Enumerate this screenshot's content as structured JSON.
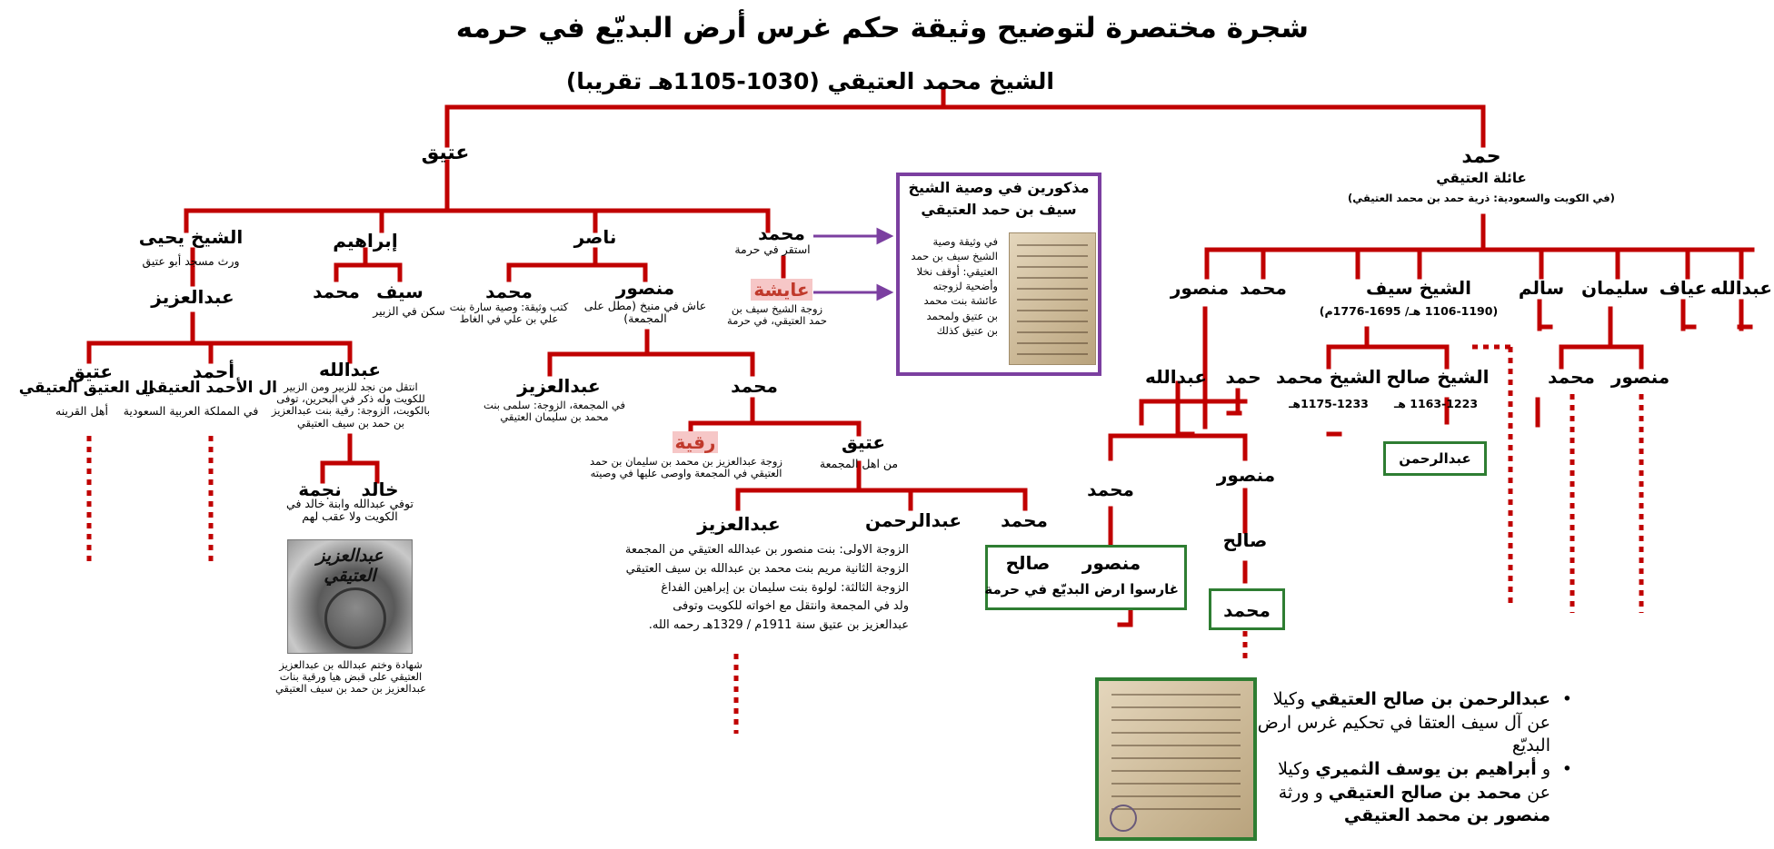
{
  "title": "شجرة  مختصرة لتوضيح وثيقة حكم غرس أرض البديّع في حرمه",
  "root": "الشيخ محمد العتيقي (1030-1105هـ تقريبا)",
  "left_branch": {
    "name": "عتيق",
    "yahya": {
      "name": "الشيخ يحيى",
      "note": "ورث مسجد أبو عتيق",
      "son": "عبدالعزيز"
    },
    "ibrahim": {
      "name": "إبراهيم",
      "son_mohammed": "محمد",
      "son_saif": "سيف",
      "saif_note": "سكن في الزبير"
    },
    "nasser": {
      "name": "ناصر",
      "son_mohammed": "محمد",
      "mohammed_note": "كتب وثيقة: وصية سارة بنت علي بن علي في الغاط",
      "son_mansour": "منصور",
      "mansour_note": "عاش في منيخ (مطل على المجمعة)"
    },
    "mohammed": {
      "name": "محمد",
      "note": "استقر في حرمة"
    },
    "aisha": {
      "name": "عايشة",
      "note": "زوجة الشيخ سيف بن حمد العتيقي، في حرمة"
    },
    "atiq2": {
      "name": "عتيق",
      "title": "ال العتيق العتيقي",
      "note": "أهل القرينه"
    },
    "ahmed": {
      "name": "أحمد",
      "title": "ال الأحمد العتيقي",
      "note": "في المملكة العربية السعودية"
    },
    "abdullah": {
      "name": "عبدالله",
      "note": "انتقل من نجد للزبير ومن الزبير للكويت وله ذكر في البحرين، توفى بالكويت، الزوجة: رقية بنت عبدالعزيز بن حمد بن سيف العتيقي"
    },
    "najma": "نجمة",
    "khalid": "خالد",
    "najma_khalid_note": "توفي عبدالله وابنة خالد في الكويت ولا عقب لهم",
    "seal_text": "عبدالعزيز العتيقي",
    "seal_caption": "شهادة وختم عبدالله بن عبدالعزيز العتيقي على قبض هيا ورقية بنات عبدالعزيز بن حمد بن سيف العتيقي",
    "abdulaziz_m": {
      "name": "عبدالعزيز",
      "note": "في المجمعة، الزوجة: سلمى بنت محمد بن سليمان العتيقي"
    },
    "mohammed_m": "محمد",
    "ruqayya": {
      "name": "رقية",
      "note": "زوجة عبدالعزيز بن محمد بن سليمان بن حمد العتيقي في المجمعة واوصى عليها في وصيته"
    },
    "atiq3": {
      "name": "عتيق",
      "note": "من اهل المجمعة"
    },
    "g_mohammed": "محمد",
    "g_abdulrahman": "عبدالرحمن",
    "g_abdulaziz": "عبدالعزيز",
    "wives": [
      "الزوجة الاولى: بنت منصور بن عبدالله العتيقي من المجمعة",
      "الزوجة الثانية مريم بنت محمد بن عبدالله بن سيف العتيقي",
      "الزوجة الثالثة: لولوة بنت سليمان بن إبراهين الفداغ",
      "ولد في المجمعة وانتقل مع اخواته للكويت وتوفى",
      "عبدالعزيز بن عتيق سنة 1911م / 1329هـ رحمه الله."
    ]
  },
  "purple_box": {
    "title1": "مذكورين في وصية الشيخ",
    "title2": "سيف بن حمد العتيقي",
    "text": [
      "في وثيقة وصية",
      "الشيخ سيف بن حمد",
      "العتيقي: أوقف نخلا",
      "وأضحية لزوجته",
      "عائشة بنت محمد",
      "بن عتيق ولمحمد",
      "بن عتيق كذلك"
    ]
  },
  "right_branch": {
    "name": "حمد",
    "family": "عائلة العتيقي",
    "note": "(في الكويت والسعودية: ذرية حمد بن محمد العتيقي)",
    "children": [
      "عبدالله",
      "عياف",
      "سليمان",
      "سالم",
      "الشيخ سيف",
      "محمد",
      "منصور"
    ],
    "saif_dates": "(1106-1190 هـ/ 1695-1776م)",
    "sheikh_saleh": {
      "name": "الشيخ صالح",
      "dates": "1163-1223 هـ"
    },
    "sheikh_mohammed": {
      "name": "الشيخ محمد",
      "dates": "1175-1233هـ"
    },
    "abdulrahman": "عبدالرحمن",
    "sulaiman_sons": {
      "mohammed": "محمد",
      "mansour": "منصور"
    },
    "mansour_sons": {
      "abdullah": "عبدالله",
      "hamad": "حمد"
    },
    "abdullah_sons": {
      "mohammed": "محمد",
      "mansour": "منصور"
    },
    "planters_box": {
      "saleh": "صالح",
      "mansour": "منصور",
      "note": "غارسوا ارض البديّع في حرمة"
    },
    "mansour_son": "صالح",
    "saleh_son": "محمد"
  },
  "bullets": [
    {
      "bold": "عبدالرحمن بن صالح العتيقي",
      "rest": " وكيلا عن آل سيف العتقا في تحكيم غرس ارض البديّع"
    },
    {
      "pre": "و ",
      "bold": "أبراهيم بن يوسف الثميري",
      "rest": " وكيلا عن ",
      "bold2": "محمد بن صالح العتيقي",
      "rest2": " و ورثة ",
      "bold3": "منصور بن محمد العتيقي"
    }
  ]
}
